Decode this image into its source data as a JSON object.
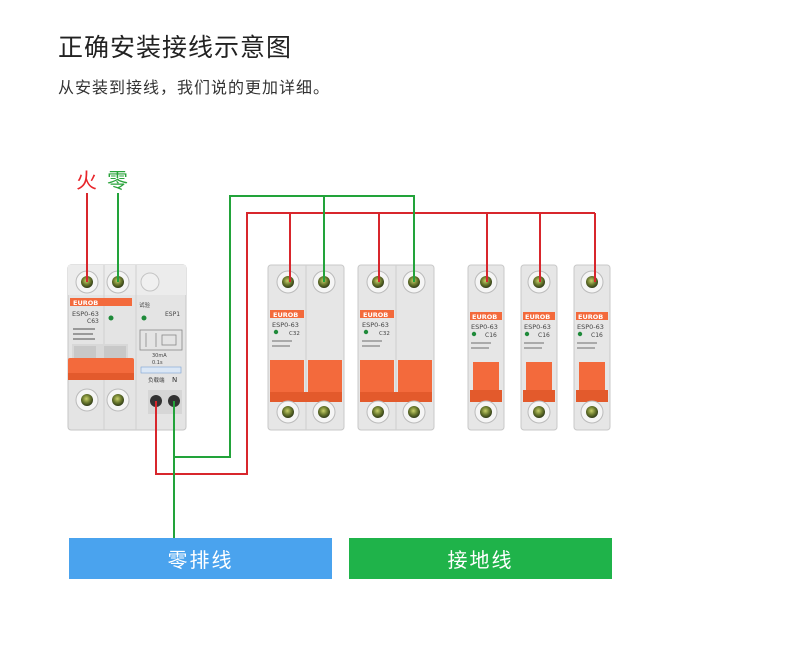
{
  "header": {
    "title": "正确安装接线示意图",
    "subtitle": "从安装到接线，我们说的更加详细。"
  },
  "wire_labels": {
    "live": "火",
    "neutral": "零"
  },
  "colors": {
    "live": "#d8262c",
    "neutral": "#22a33a",
    "breaker_body": "#e8e8e8",
    "handle": "#f36a3c",
    "brand_band": "#f36a3c",
    "neutral_bar": "#4aa3ee",
    "ground_bar": "#1fb34a"
  },
  "bars": {
    "neutral": "零排线",
    "ground": "接地线"
  },
  "rcbo": {
    "brand": "EUROB",
    "model": "ESP0-63",
    "rating": "C63",
    "side_model": "ESP1",
    "test_label": "试验",
    "sensitivity": "30mA",
    "trip_time": "0.1s",
    "terminal_n": "N",
    "load_label": "负载端"
  },
  "breakers": [
    {
      "brand": "EUROB",
      "model": "ESP0-63",
      "rating": "C32"
    },
    {
      "brand": "EUROB",
      "model": "ESP0-63",
      "rating": "C32"
    },
    {
      "brand": "EUROB",
      "model": "ESP0-63",
      "rating": "C16"
    },
    {
      "brand": "EUROB",
      "model": "ESP0-63",
      "rating": "C16"
    },
    {
      "brand": "EUROB",
      "model": "ESP0-63",
      "rating": "C16"
    }
  ]
}
